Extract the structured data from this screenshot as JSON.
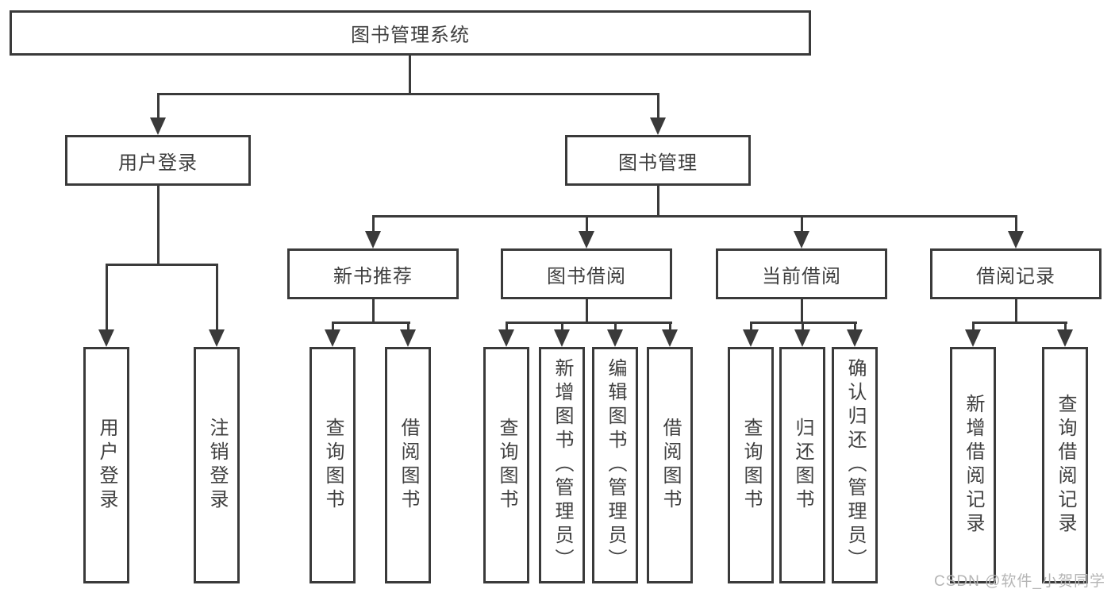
{
  "diagram": {
    "root_label": "图书管理系统",
    "branches": [
      {
        "label": "用户登录",
        "leaves": [
          "用户登录",
          "注销登录"
        ]
      },
      {
        "label": "图书管理",
        "groups": [
          {
            "label": "新书推荐",
            "leaves": [
              "查询图书",
              "借阅图书"
            ]
          },
          {
            "label": "图书借阅",
            "leaves": [
              "查询图书",
              "新增图书（管理员）",
              "编辑图书（管理员）",
              "借阅图书"
            ]
          },
          {
            "label": "当前借阅",
            "leaves": [
              "查询图书",
              "归还图书",
              "确认归还（管理员）"
            ]
          },
          {
            "label": "借阅记录",
            "leaves": [
              "新增借阅记录",
              "查询借阅记录"
            ]
          }
        ]
      }
    ]
  },
  "watermark": {
    "text": "CSDN @软件_小贺同学"
  },
  "colors": {
    "line": "#3a3a3a",
    "text": "#3f3f3f",
    "box_bg": "#ffffff",
    "watermark": "#b5b5b5"
  }
}
